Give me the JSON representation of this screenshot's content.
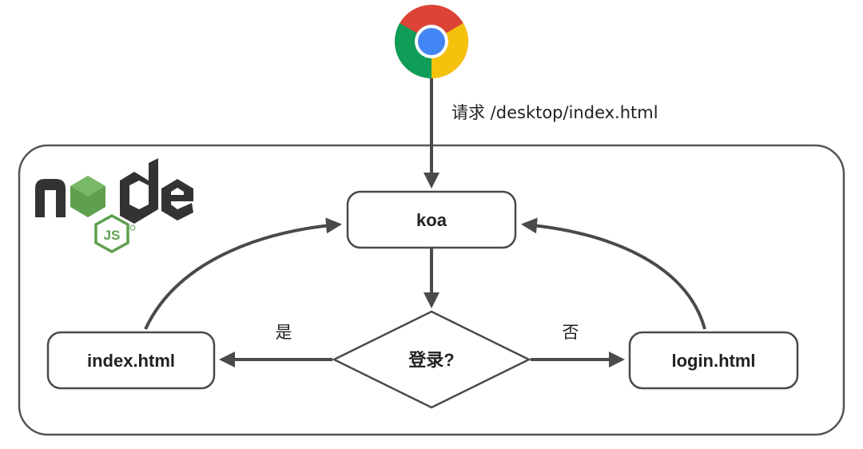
{
  "request_label": "请求 /desktop/index.html",
  "nodes": {
    "koa": "koa",
    "decision": "登录?",
    "index": "index.html",
    "login": "login.html"
  },
  "edges": {
    "yes": "是",
    "no": "否"
  },
  "logos": {
    "browser": "chrome-logo",
    "runtime": "node"
  },
  "colors": {
    "line": "#4a4a4a",
    "node_green": "#5fa04e",
    "node_dark": "#333333",
    "chrome_red": "#db4437",
    "chrome_yellow": "#f4c20d",
    "chrome_green": "#0f9d58",
    "chrome_blue": "#4285f4"
  }
}
